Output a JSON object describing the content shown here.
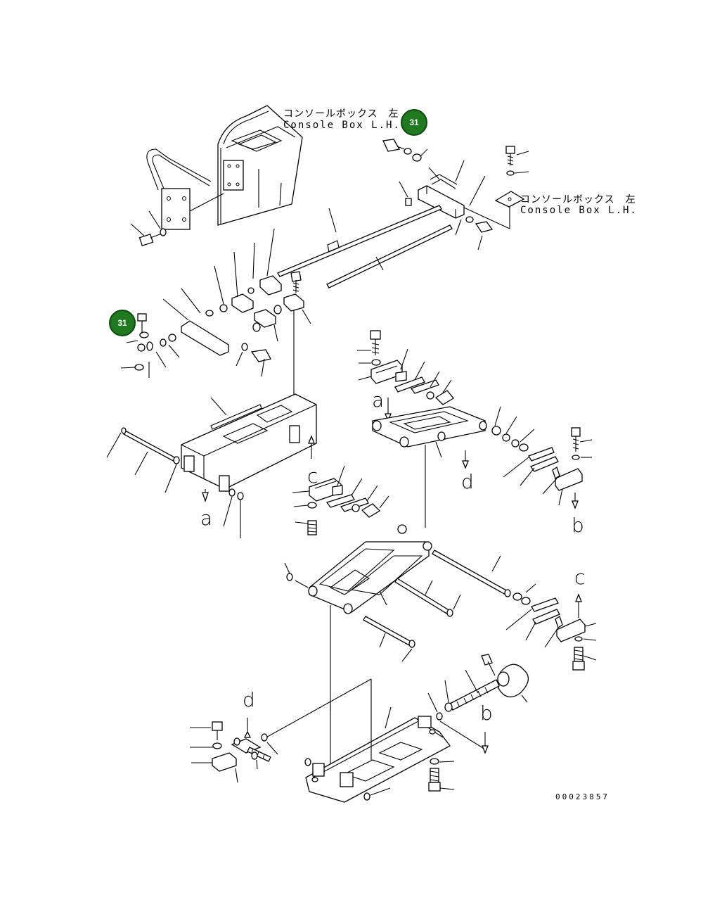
{
  "labels": {
    "console_box_top_jp": "コンソールボックス　左",
    "console_box_top_en": "Console Box L.H.",
    "console_box_right_jp": "コンソールボックス　左",
    "console_box_right_en": "Console Box L.H."
  },
  "callouts": {
    "top": "31",
    "left": "31"
  },
  "refs": {
    "a_upper": "a",
    "a_lower": "a",
    "b_right": "b",
    "b_lower": "b",
    "c_left": "c",
    "c_right": "c",
    "d_upper": "d",
    "d_lower": "d"
  },
  "document_number": "00023857"
}
